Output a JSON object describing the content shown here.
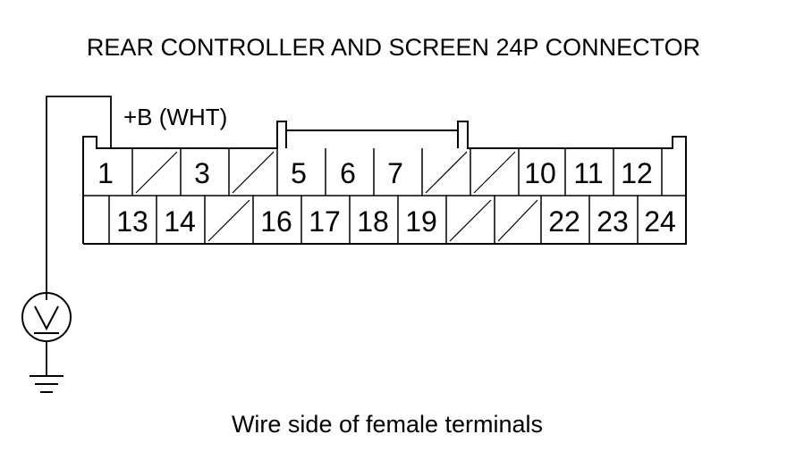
{
  "title": "REAR CONTROLLER AND SCREEN 24P CONNECTOR",
  "probe_label": "+B (WHT)",
  "footer": "Wire side of female terminals",
  "connector": {
    "top_row": [
      "1",
      "",
      "3",
      "",
      "5",
      "6",
      "7",
      "",
      "",
      "10",
      "11",
      "12"
    ],
    "bottom_row": [
      "13",
      "14",
      "",
      "16",
      "17",
      "18",
      "19",
      "",
      "",
      "22",
      "23",
      "24"
    ]
  },
  "meter_icon": "voltmeter-icon",
  "ground_icon": "ground-icon"
}
